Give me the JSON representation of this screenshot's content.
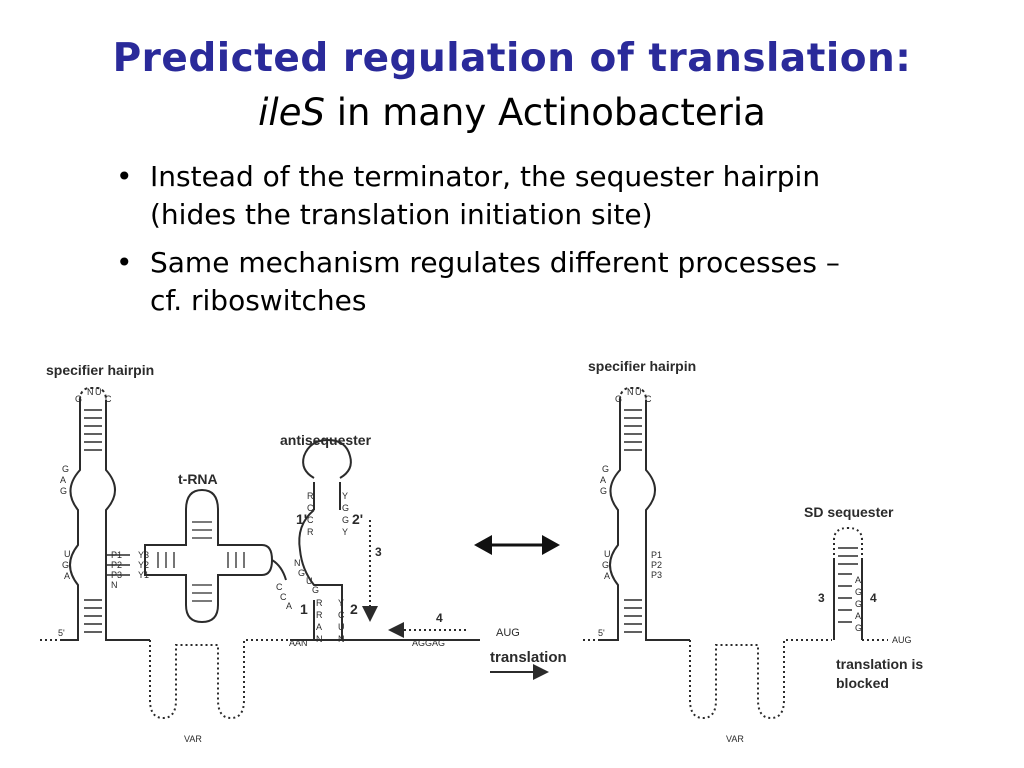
{
  "slide": {
    "title": "Predicted regulation of translation:",
    "subtitle_italic": "ileS",
    "subtitle_rest": " in many Actinobacteria",
    "bullets": [
      {
        "line1": "Instead of the terminator, the sequester hairpin",
        "line2": "(hides the translation initiation site)"
      },
      {
        "line1": "Same mechanism regulates different processes –",
        "line2": "cf. riboswitches"
      }
    ]
  },
  "diagram": {
    "left": {
      "specifier_label": "specifier hairpin",
      "trna_label": "t-RNA",
      "antisequester_label": "antisequester",
      "loop_letters": [
        "G",
        "N",
        "U",
        "C"
      ],
      "bulge_letters": [
        "G",
        "A",
        "G"
      ],
      "bulge2_letters": [
        "U",
        "G",
        "A"
      ],
      "p_labels": [
        "P1",
        "P2",
        "P3",
        "N"
      ],
      "y_labels": [
        "Y3",
        "Y2",
        "Y1"
      ],
      "five_prime": "5'",
      "aan": "AAN",
      "var": "VAR",
      "stem_left_top": [
        "R",
        "C",
        "C",
        "R"
      ],
      "stem_right_top": [
        "Y",
        "G",
        "G",
        "Y"
      ],
      "stem_left_bot": [
        "R",
        "R",
        "A",
        "N"
      ],
      "stem_right_bot": [
        "Y",
        "C",
        "U",
        "N"
      ],
      "ccan": [
        "C",
        "C",
        "A",
        "N",
        "G",
        "U",
        "G"
      ],
      "label_1p": "1'",
      "label_2p": "2'",
      "label_1": "1",
      "label_2": "2",
      "label_3": "3",
      "label_4": "4",
      "aggag": "AGGAG",
      "aug": "AUG",
      "translation": "translation"
    },
    "right": {
      "specifier_label": "specifier hairpin",
      "sd_label": "SD sequester",
      "loop_letters": [
        "G",
        "N",
        "U",
        "C"
      ],
      "bulge_letters": [
        "G",
        "A",
        "G"
      ],
      "bulge2_letters": [
        "U",
        "G",
        "A"
      ],
      "p_labels": [
        "P1",
        "P2",
        "P3"
      ],
      "five_prime": "5'",
      "var": "VAR",
      "sd_letters": [
        "A",
        "G",
        "G",
        "A",
        "G"
      ],
      "label_3": "3",
      "label_4": "4",
      "aug": "AUG",
      "blocked_line1": "translation is",
      "blocked_line2": "blocked"
    }
  }
}
